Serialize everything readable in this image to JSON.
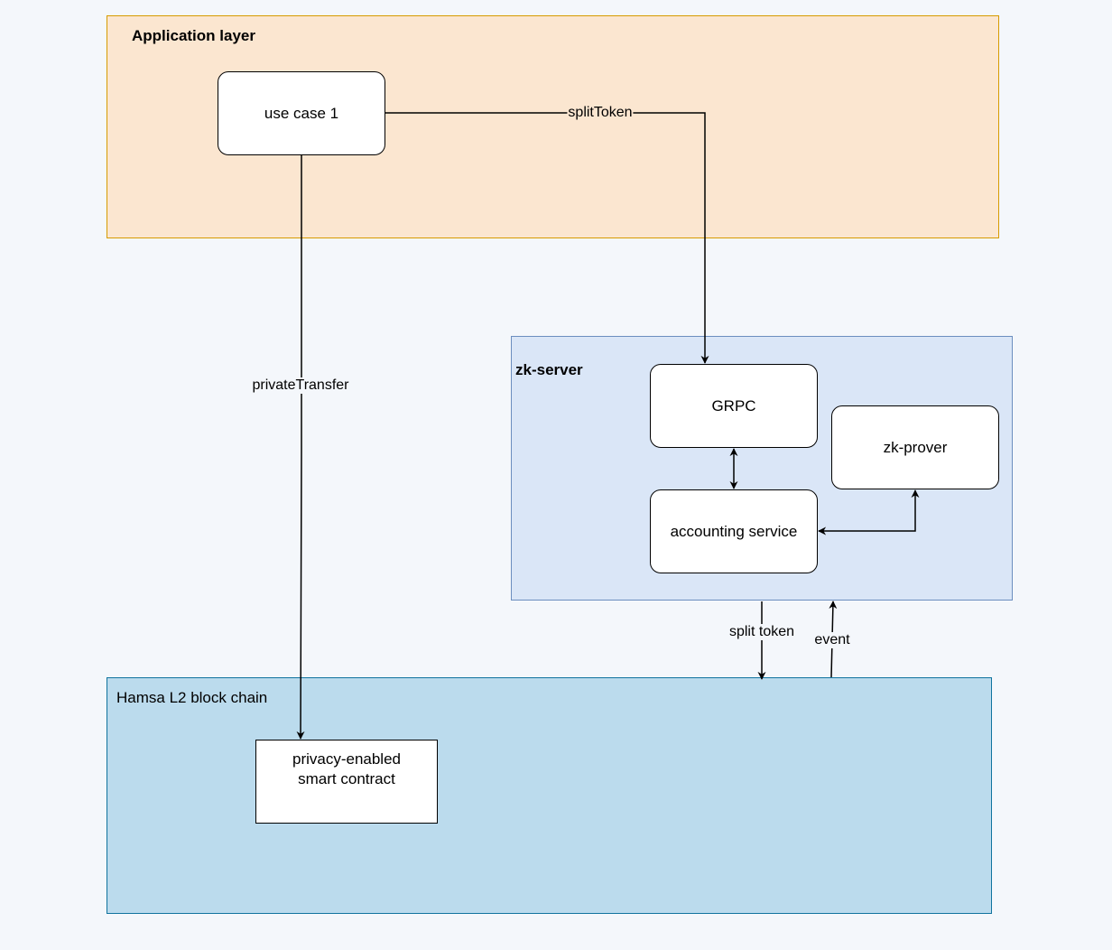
{
  "regions": {
    "application_layer": {
      "title": "Application layer",
      "fill": "#fbe6d0",
      "stroke": "#d79b00"
    },
    "zk_server": {
      "title": "zk-server",
      "fill": "#dae6f7",
      "stroke": "#6c8ebf"
    },
    "hamsa_chain": {
      "title": "Hamsa L2 block chain",
      "fill": "#bbdbed",
      "stroke": "#10739e"
    }
  },
  "nodes": {
    "use_case_1": "use case 1",
    "grpc": "GRPC",
    "zk_prover": "zk-prover",
    "accounting_service": "accounting service",
    "smart_contract": "privacy-enabled\n smart contract"
  },
  "edges": {
    "split_token_call": "splitToken",
    "private_transfer": "privateTransfer",
    "split_token_tx": "split token",
    "event": "event"
  }
}
